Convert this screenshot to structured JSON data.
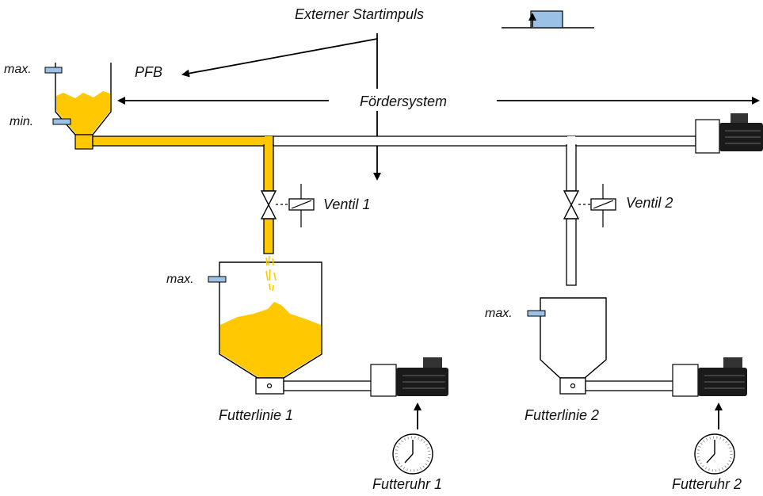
{
  "labels": {
    "start_impulse": "Externer Startimpuls",
    "pfb": "PFB",
    "conveyor": "Fördersystem",
    "max": "max.",
    "min": "min.",
    "valve_1": "Ventil 1",
    "valve_2": "Ventil 2",
    "line_1": "Futterlinie 1",
    "line_2": "Futterlinie 2",
    "clock_1": "Futteruhr 1",
    "clock_2": "Futteruhr 2"
  },
  "colors": {
    "feed": "#FFC800",
    "sensor": "#9BC2E6",
    "line": "#000000",
    "motor_dark": "#1a1a1a"
  },
  "icons": [
    "pulse-icon",
    "valve-icon",
    "solenoid-icon",
    "motor-icon",
    "clock-icon",
    "level-sensor-icon"
  ]
}
